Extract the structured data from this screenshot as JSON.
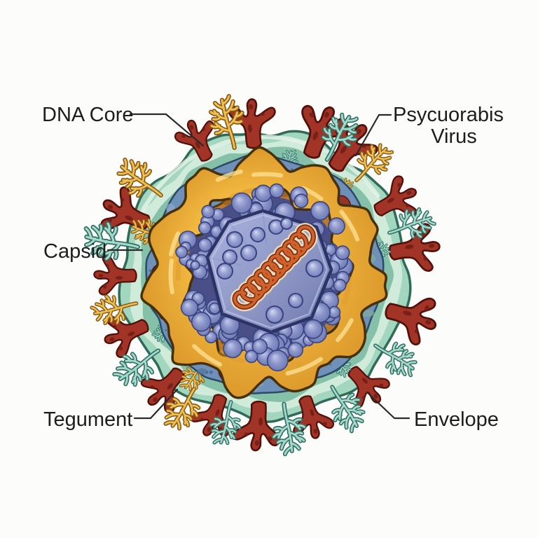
{
  "labels": {
    "dna_core": "DNA Core",
    "virus_name_line1": "Psycuorabis",
    "virus_name_line2": "Virus",
    "capsid": "Capsid",
    "tegument": "Tegument",
    "envelope": "Envelope"
  },
  "colors": {
    "background": "#fcfcfb",
    "label_text": "#1d1d1d",
    "leader_line": "#2a2a2a",
    "envelope_fill": "#a3d6bf",
    "envelope_highlight": "#d6eddd",
    "envelope_inner": "#84c1a8",
    "envelope_outline": "#2f6b58",
    "matrix_slate": "#6f90b9",
    "matrix_slate_dark": "#54739e",
    "matrix_slate_light": "#8fa9cc",
    "matrix_teal_patch": "#7fae9f",
    "matrix_outline": "#2c4a66",
    "capsid_yellow": "#f3bb42",
    "capsid_yellow_light": "#fadf8e",
    "capsid_yellow_deep": "#dd9a2c",
    "capsid_outline": "#46300a",
    "tegument_brown": "#b87b2c",
    "tegument_speckle": "#7c4a12",
    "tegument_shade": "#8a5416",
    "tegument_outline": "#5a380c",
    "granule_backing": "#434e8c",
    "granule_light": "#c3cae8",
    "granule_mid": "#8b95c9",
    "granule_dark": "#707ab6",
    "granule_outline": "#39437e",
    "core_light": "#aab2dd",
    "core_mid": "#8f97c6",
    "core_dark": "#6f78ae",
    "core_outline": "#2b3465",
    "core_bevel": "#c2c9e8",
    "sphere_light": "#d6dcf2",
    "sphere_mid": "#98a1d1",
    "sphere_dark": "#7a84bd",
    "dna_orange": "#d2622c",
    "dna_outline": "#772a0e",
    "dna_glow": "#f2e2bb",
    "spike_red": "#a23427",
    "spike_red_dark": "#6f1d15",
    "spike_red_outline": "#511009",
    "fern_teal_light": "#a8d8c9",
    "fern_teal_dark": "#2e7265",
    "fern_yellow_light": "#eec054",
    "fern_yellow_dark": "#8a5a14"
  }
}
